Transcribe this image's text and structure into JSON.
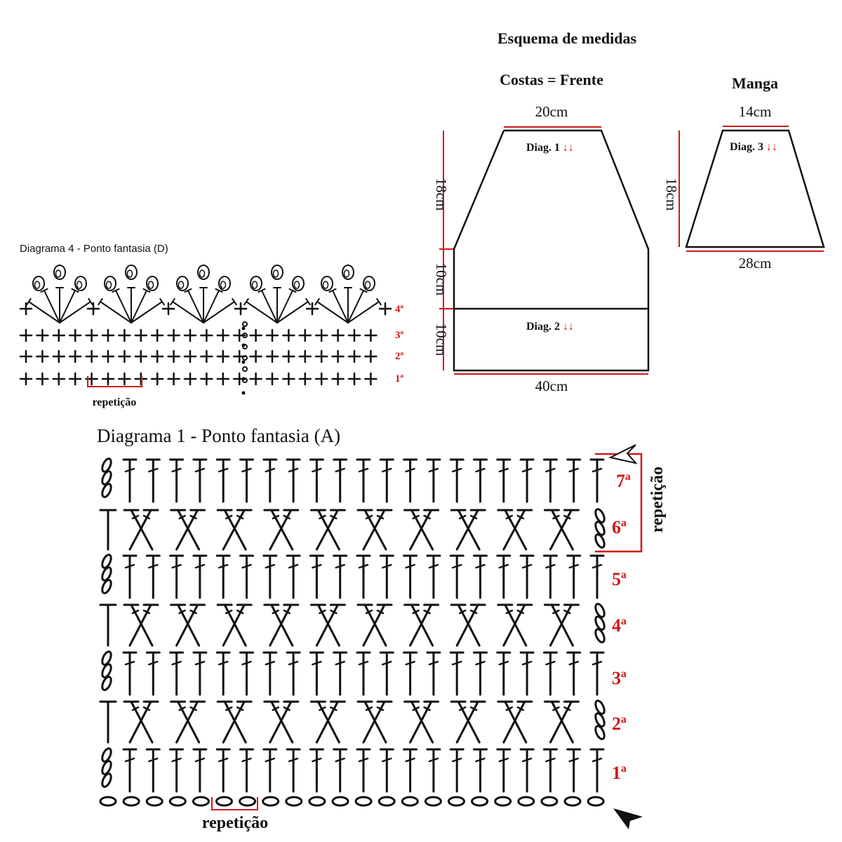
{
  "schema": {
    "title": "Esquema de medidas",
    "body_title": "Costas = Frente",
    "sleeve_title": "Manga",
    "body": {
      "top_width": "20cm",
      "bottom_width": "40cm",
      "taper_height": "18cm",
      "upper_rect_height": "10cm",
      "lower_rect_height": "10cm",
      "diag_top": "Diag. 1",
      "diag_bottom": "Diag. 2",
      "arrows": "↓↓"
    },
    "sleeve": {
      "top_width": "14cm",
      "bottom_width": "28cm",
      "height": "18cm",
      "diag": "Diag. 3",
      "arrows": "↓↓"
    }
  },
  "diagram4": {
    "title": "Diagrama 4 - Ponto fantasia (D)",
    "rows": [
      "4ª",
      "3ª",
      "2ª",
      "1ª"
    ],
    "repeat_label": "repetição"
  },
  "diagram1": {
    "title": "Diagrama 1 - Ponto fantasia (A)",
    "rows": [
      "7ª",
      "6ª",
      "5ª",
      "4ª",
      "3ª",
      "2ª",
      "1ª"
    ],
    "repeat_label": "repetição",
    "repeat_side_label": "repetição"
  },
  "colors": {
    "ink": "#111111",
    "accent": "#d01818"
  }
}
